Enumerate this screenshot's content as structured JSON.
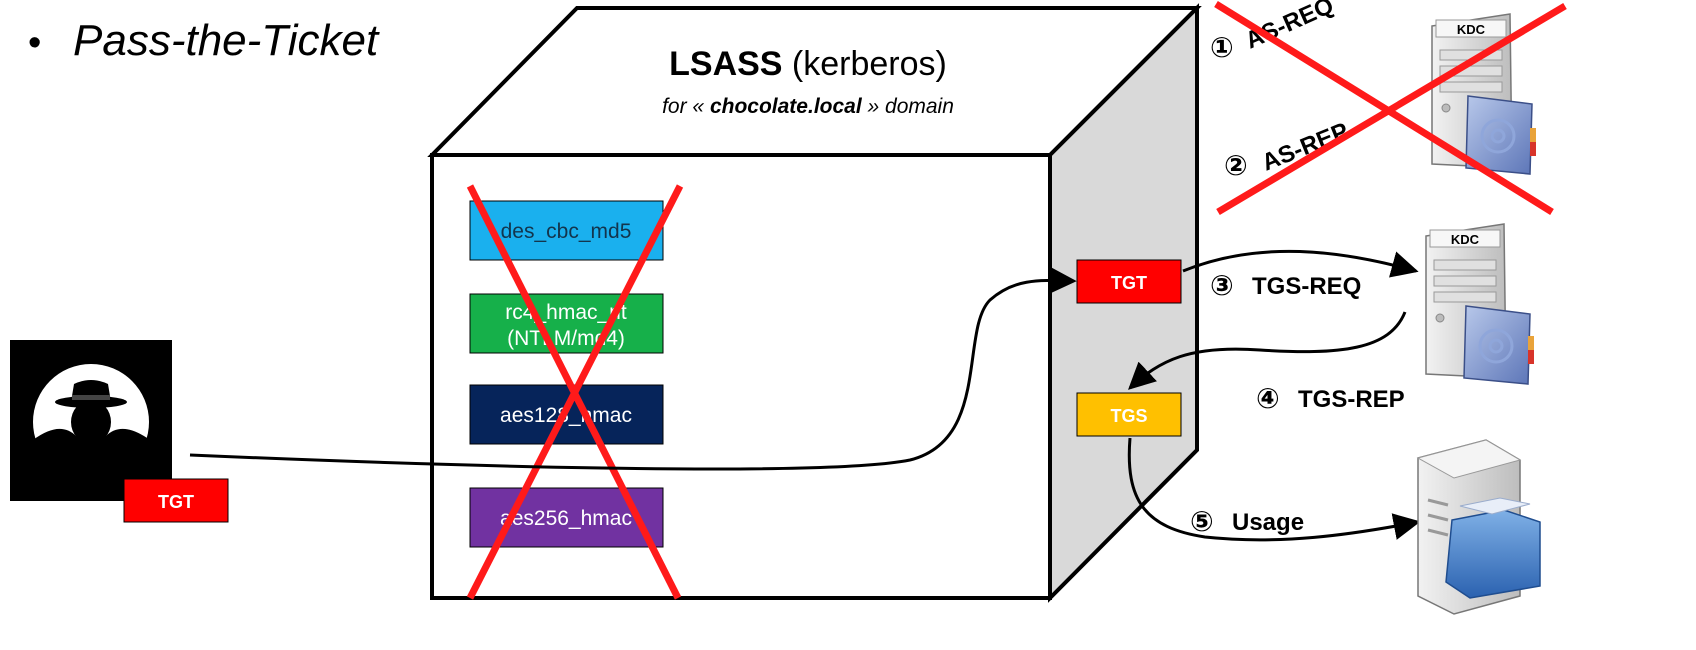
{
  "bullet": {
    "symbol": "•",
    "text": "Pass-the-Ticket"
  },
  "lsass": {
    "title_bold": "LSASS",
    "title_rest": " (kerberos)",
    "subtitle_pre": "for « ",
    "subtitle_domain": "chocolate.local",
    "subtitle_post": " » domain"
  },
  "keys": [
    {
      "line1": "des_cbc_md5",
      "line2": "",
      "color": "#1ab0ee",
      "text_color": "#13354d"
    },
    {
      "line1": "rc4_hmac_nt",
      "line2": "(NTLM/md4)",
      "color": "#16b04a",
      "text_color": "#ffffff"
    },
    {
      "line1": "aes128_hmac",
      "line2": "",
      "color": "#06245a",
      "text_color": "#ffffff"
    },
    {
      "line1": "aes256_hmac",
      "line2": "",
      "color": "#7132a1",
      "text_color": "#ffffff"
    }
  ],
  "tickets": {
    "tgt_box": "TGT",
    "tgs_box": "TGS",
    "attacker_tgt": "TGT",
    "tgt_color": "#ff0000",
    "tgs_color": "#ffc000"
  },
  "steps": [
    {
      "num": "①",
      "label": "AS-REQ"
    },
    {
      "num": "②",
      "label": "AS-REP"
    },
    {
      "num": "③",
      "label": "TGS-REQ"
    },
    {
      "num": "④",
      "label": "TGS-REP"
    },
    {
      "num": "⑤",
      "label": "Usage"
    }
  ],
  "servers": {
    "kdc_top": "KDC",
    "kdc_mid": "KDC"
  },
  "icons": {
    "attacker": "hacker-silhouette-icon",
    "kdc": "kdc-server-icon",
    "service": "file-server-icon"
  },
  "colors": {
    "cross": "#ff1a1a",
    "box_side": "#d9d9d9"
  }
}
